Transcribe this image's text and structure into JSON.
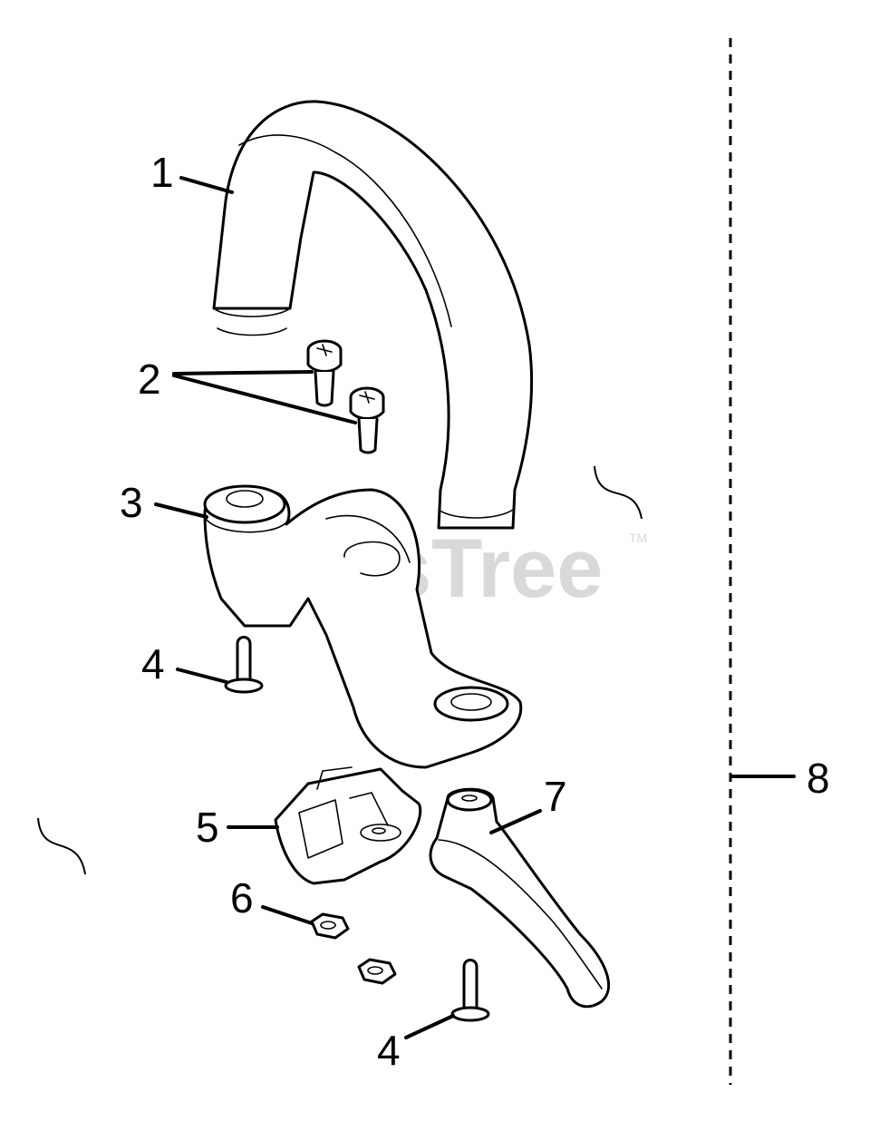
{
  "watermark": {
    "text": "PartsTree",
    "trademark": "TM"
  },
  "callouts": [
    {
      "id": "callout-1",
      "label": "1"
    },
    {
      "id": "callout-2",
      "label": "2"
    },
    {
      "id": "callout-3",
      "label": "3"
    },
    {
      "id": "callout-4-upper",
      "label": "4"
    },
    {
      "id": "callout-5",
      "label": "5"
    },
    {
      "id": "callout-6",
      "label": "6"
    },
    {
      "id": "callout-7",
      "label": "7"
    },
    {
      "id": "callout-4-lower",
      "label": "4"
    },
    {
      "id": "callout-8",
      "label": "8"
    }
  ]
}
